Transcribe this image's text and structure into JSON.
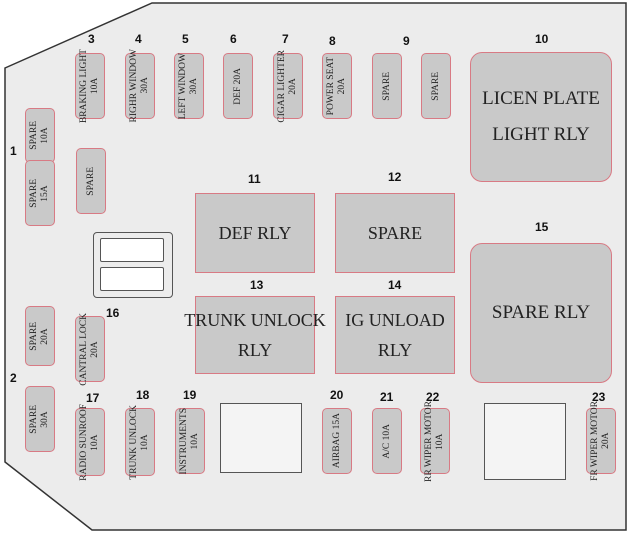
{
  "fuses": [
    {
      "num": "1",
      "text": "SPARE\n10A"
    },
    {
      "num": "",
      "text": "SPARE\n15A"
    },
    {
      "num": "",
      "text": "SPARE"
    },
    {
      "num": "3",
      "text": "BRAKING LIGHT\n10A"
    },
    {
      "num": "4",
      "text": "RIGHR WINDOW\n30A"
    },
    {
      "num": "5",
      "text": "LEFT WINDOW\n30A"
    },
    {
      "num": "6",
      "text": "DEF 20A"
    },
    {
      "num": "7",
      "text": "CIGAR LIGHTER\n20A"
    },
    {
      "num": "8",
      "text": "POWER SEAT\n20A"
    },
    {
      "num": "9",
      "text": "SPARE"
    },
    {
      "num": "",
      "text": "SPARE"
    },
    {
      "num": "",
      "text": "SPARE\n20A"
    },
    {
      "num": "2",
      "text": "SPARE\n30A"
    },
    {
      "num": "16",
      "text": "CANTRAL LOCK\n20A"
    },
    {
      "num": "17",
      "text": "RADIO SUNROOF\n10A"
    },
    {
      "num": "18",
      "text": "TRUNK UNLOCK\n10A"
    },
    {
      "num": "19",
      "text": "INSTRUMENTS\n10A"
    },
    {
      "num": "20",
      "text": "AIRBAG 15A"
    },
    {
      "num": "21",
      "text": "A/C 10A"
    },
    {
      "num": "22",
      "text": "RR WIPER MOTOR\n10A"
    },
    {
      "num": "23",
      "text": "FR WIPER MOTOR\n20A"
    }
  ],
  "relays": [
    {
      "num": "10",
      "text": "LICEN PLATE\nLIGHT RLY"
    },
    {
      "num": "11",
      "text": "DEF RLY"
    },
    {
      "num": "12",
      "text": "SPARE"
    },
    {
      "num": "13",
      "text": "TRUNK UNLOCK\nRLY"
    },
    {
      "num": "14",
      "text": "IG UNLOAD\nRLY"
    },
    {
      "num": "15",
      "text": "SPARE RLY"
    }
  ]
}
